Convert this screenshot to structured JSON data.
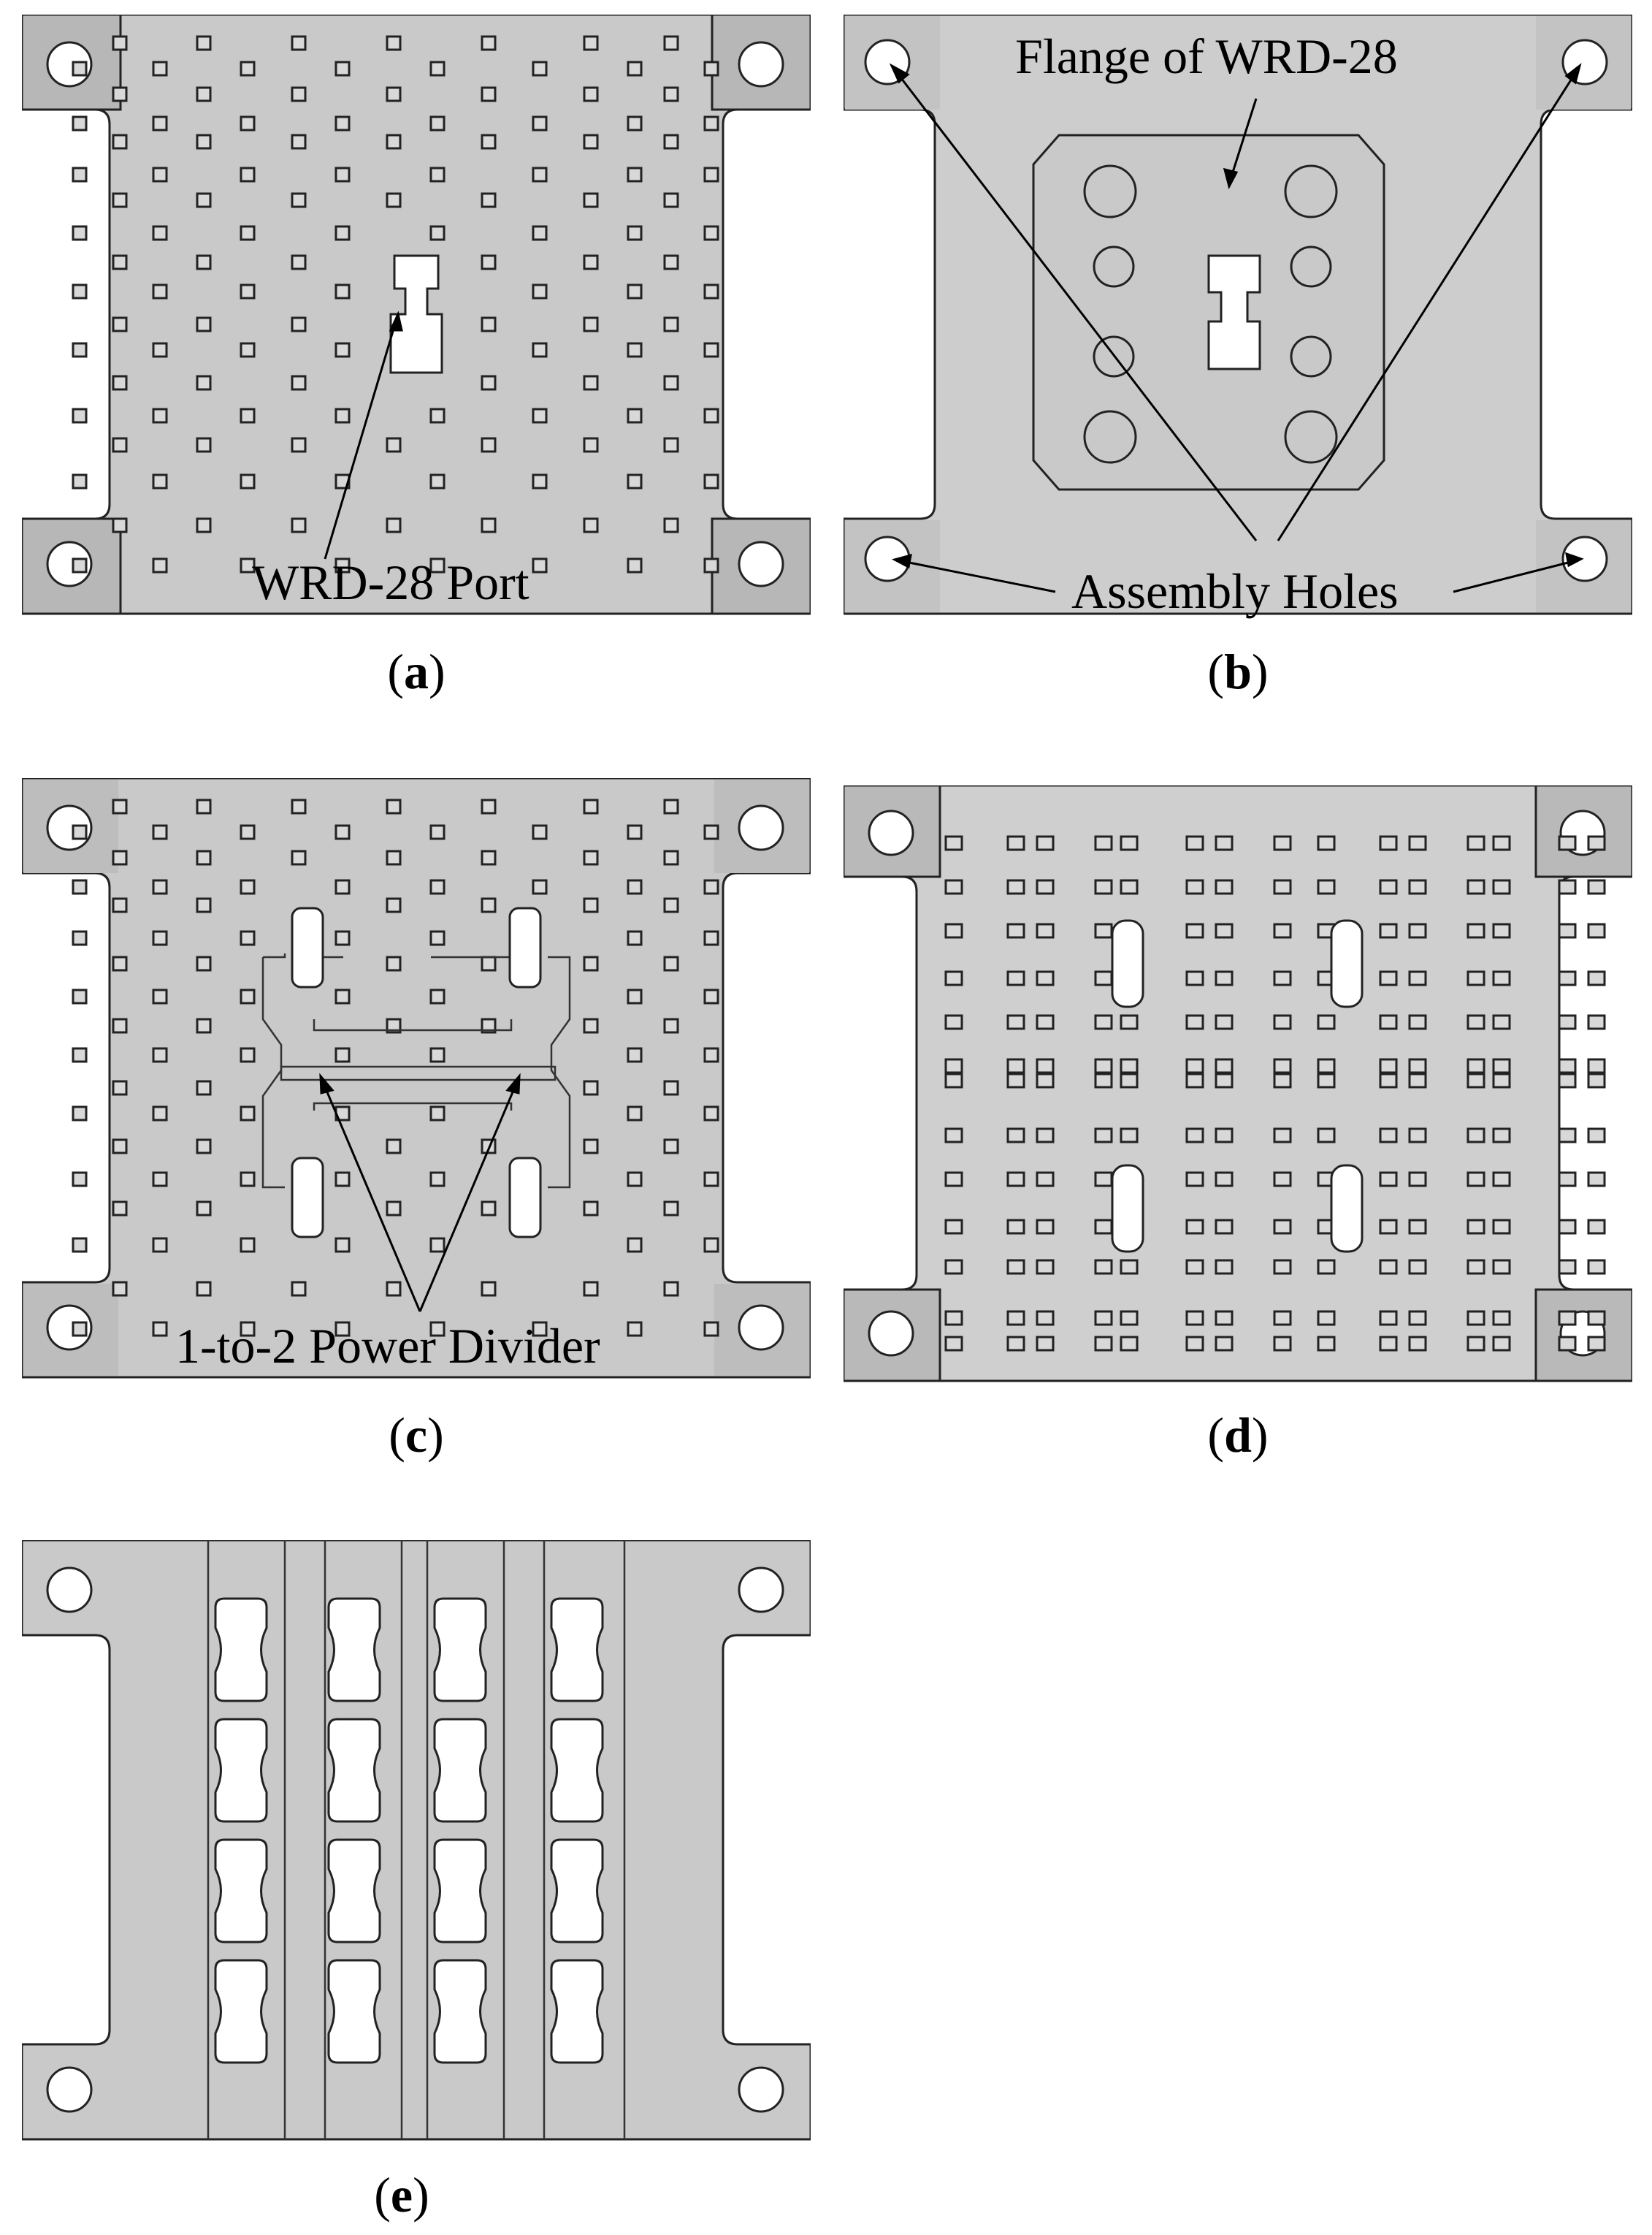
{
  "figure": {
    "panels": [
      {
        "id": "a",
        "label": "a",
        "annotations": [
          "WRD-28 Port"
        ]
      },
      {
        "id": "b",
        "label": "b",
        "annotations": [
          "Flange of WRD-28",
          "Assembly Holes"
        ]
      },
      {
        "id": "c",
        "label": "c",
        "annotations": [
          "1-to-2 Power Divider"
        ]
      },
      {
        "id": "d",
        "label": "d",
        "annotations": []
      },
      {
        "id": "e",
        "label": "e",
        "annotations": []
      }
    ]
  },
  "colors": {
    "plate": "#c9c9c9",
    "plate_light": "#d6d6d6",
    "tab": "#b7b7b7",
    "edge": "#222222",
    "hole": "#ffffff"
  }
}
